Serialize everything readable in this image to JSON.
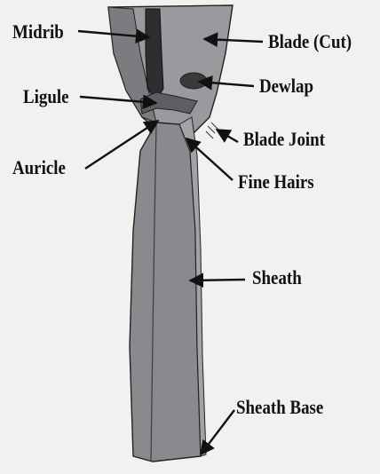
{
  "diagram": {
    "labels": {
      "midrib": "Midrib",
      "blade": "Blade (Cut)",
      "dewlap": "Dewlap",
      "ligule": "Ligule",
      "blade_joint": "Blade Joint",
      "auricle": "Auricle",
      "fine_hairs": "Fine Hairs",
      "sheath": "Sheath",
      "sheath_base": "Sheath Base"
    },
    "colors": {
      "background": "#f2f1ef",
      "tissue": "#8e8e92",
      "tissue_dark": "#6f6f74",
      "midrib": "#2e2e30",
      "outline": "#222222",
      "label": "#111111"
    }
  }
}
